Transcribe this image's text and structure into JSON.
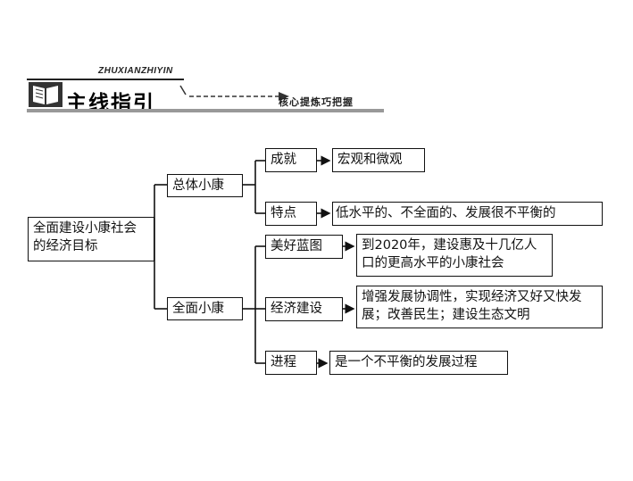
{
  "banner": {
    "pinyin": "ZHUXIANZHIYIN",
    "title": "主线指引",
    "subtitle": "核心提炼巧把握"
  },
  "diagram": {
    "root": "全面建设小康社会的经济目标",
    "branches": [
      {
        "label": "总体小康",
        "children": [
          {
            "label": "成就",
            "detail": "宏观和微观"
          },
          {
            "label": "特点",
            "detail": "低水平的、不全面的、发展很不平衡的"
          }
        ]
      },
      {
        "label": "全面小康",
        "children": [
          {
            "label": "美好蓝图",
            "detail": "到2020年，建设惠及十几亿人口的更高水平的小康社会"
          },
          {
            "label": "经济建设",
            "detail": "增强发展协调性，实现经济又好又快发展；改善民生；建设生态文明"
          },
          {
            "label": "进程",
            "detail": "是一个不平衡的发展过程"
          }
        ]
      }
    ]
  }
}
